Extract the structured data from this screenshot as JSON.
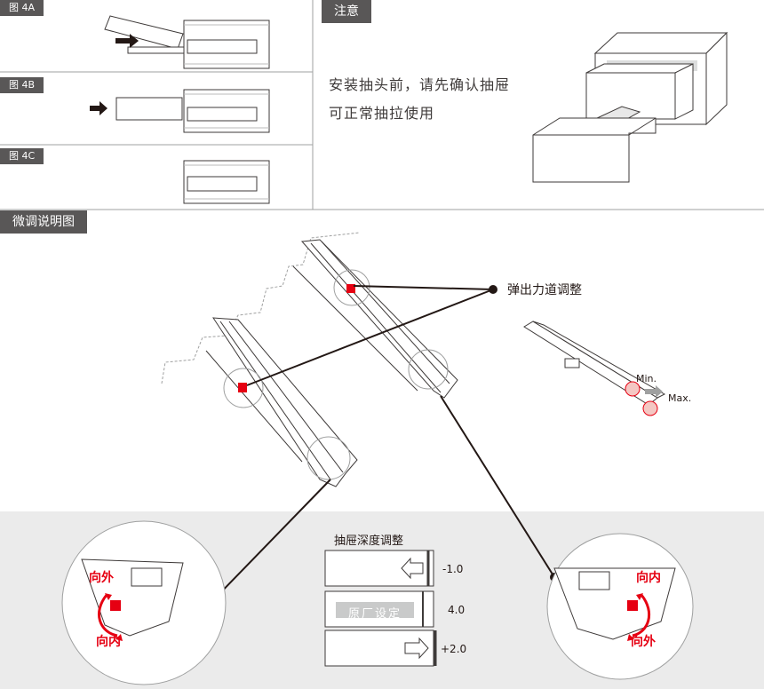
{
  "figures": {
    "fig4a_label": "图 4A",
    "fig4b_label": "图 4B",
    "fig4c_label": "图 4C"
  },
  "note": {
    "header": "注意",
    "line1": "安装抽头前，请先确认抽屉",
    "line2": "可正常抽拉使用"
  },
  "fine_tune": {
    "header": "微调说明图",
    "spring_force_label": "弹出力道调整",
    "min_label": "Min.",
    "max_label": "Max."
  },
  "depth": {
    "title": "抽屉深度调整",
    "rows": [
      {
        "value": "-1.0"
      },
      {
        "value": "4.0",
        "tag": "原厂设定"
      },
      {
        "value": "+2.0"
      }
    ]
  },
  "directions": {
    "left_top": "向外",
    "left_bottom": "向内",
    "right_top": "向内",
    "right_bottom": "向外"
  },
  "colors": {
    "accent_red": "#e60012",
    "label_gray": "#595757",
    "band_gray": "#ebebeb"
  }
}
